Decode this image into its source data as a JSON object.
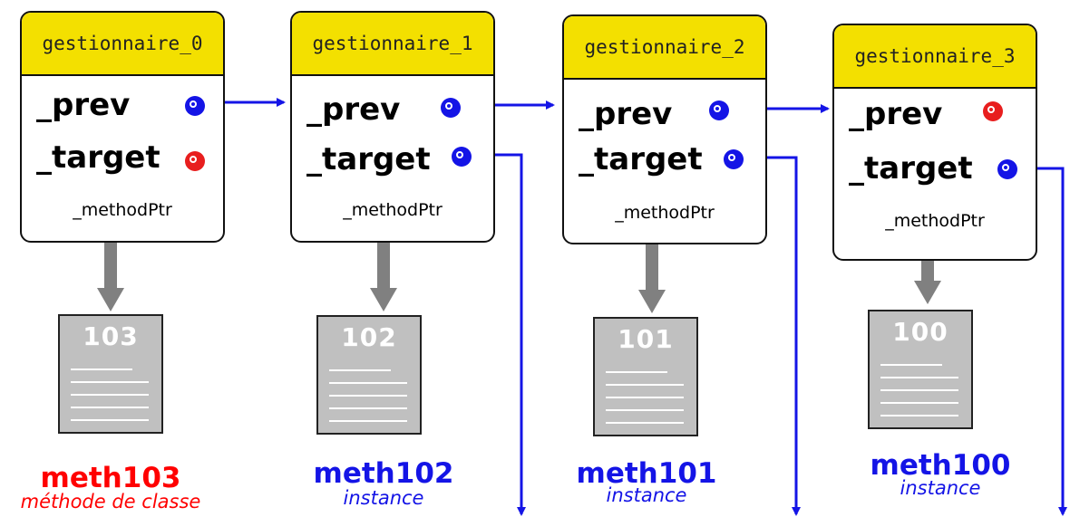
{
  "colors": {
    "header": "#f3e000",
    "pointer_set": "#1414e6",
    "pointer_null": "#e81e1e",
    "class_method_text": "#ff0000",
    "instance_method_text": "#1414e6",
    "method_arrow": "#808080",
    "document_fill": "#c0c0c0"
  },
  "icons": {
    "pointer": "pointer-dot-icon",
    "method_body": "document-icon",
    "link": "arrow-icon"
  },
  "nodes": [
    {
      "title": "gestionnaire_0",
      "prev_label": "_prev",
      "target_label": "_target",
      "method_ptr_label": "_methodPtr",
      "prev_state": "set",
      "target_state": "null",
      "doc_number": "103",
      "method_name": "meth103",
      "method_kind": "méthode de classe",
      "kind": "class"
    },
    {
      "title": "gestionnaire_1",
      "prev_label": "_prev",
      "target_label": "_target",
      "method_ptr_label": "_methodPtr",
      "prev_state": "set",
      "target_state": "set",
      "doc_number": "102",
      "method_name": "meth102",
      "method_kind": "instance",
      "kind": "instance"
    },
    {
      "title": "gestionnaire_2",
      "prev_label": "_prev",
      "target_label": "_target",
      "method_ptr_label": "_methodPtr",
      "prev_state": "set",
      "target_state": "set",
      "doc_number": "101",
      "method_name": "meth101",
      "method_kind": "instance",
      "kind": "instance"
    },
    {
      "title": "gestionnaire_3",
      "prev_label": "_prev",
      "target_label": "_target",
      "method_ptr_label": "_methodPtr",
      "prev_state": "null",
      "target_state": "set",
      "doc_number": "100",
      "method_name": "meth100",
      "method_kind": "instance",
      "kind": "instance"
    }
  ]
}
